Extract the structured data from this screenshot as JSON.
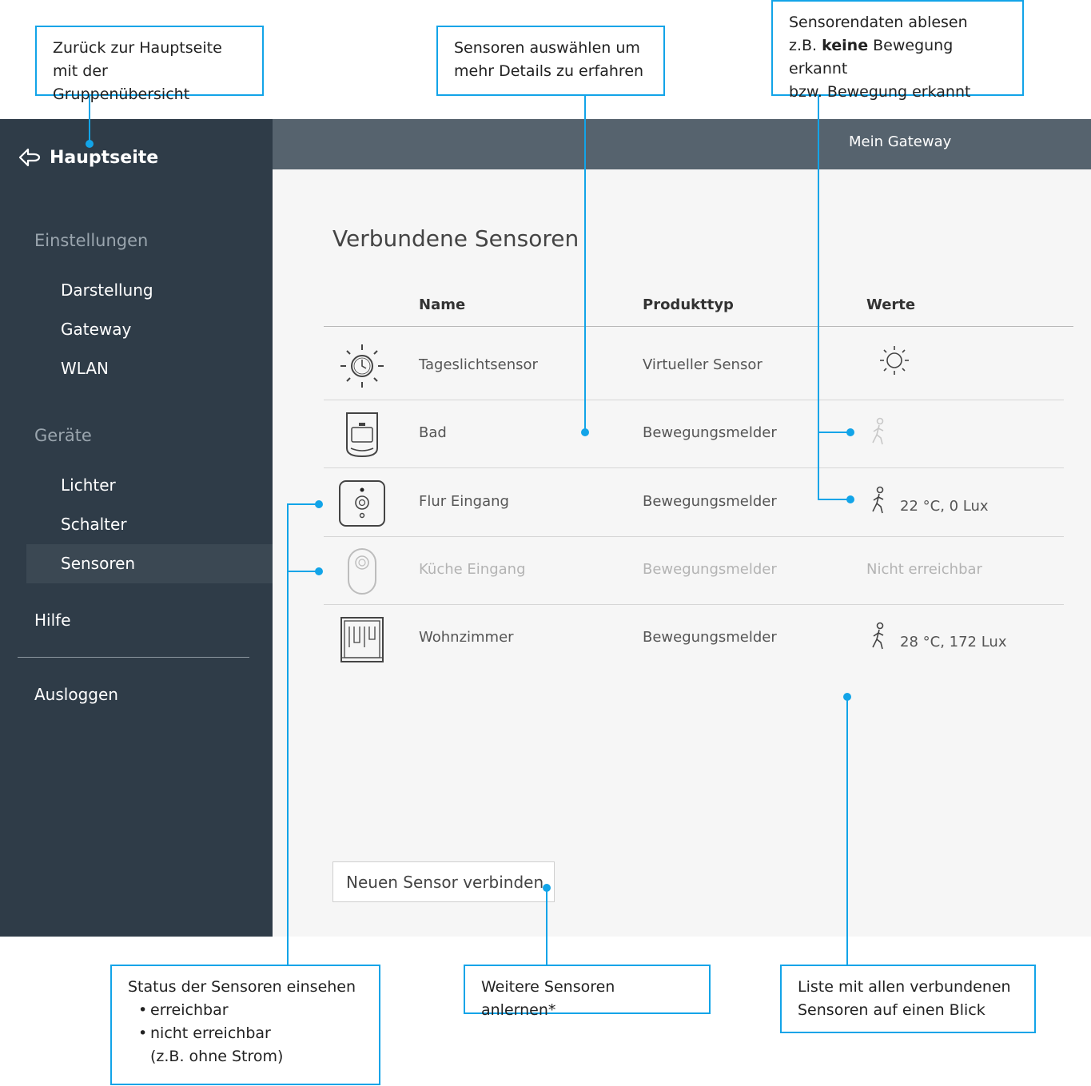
{
  "sidebar": {
    "home_label": "Hauptseite",
    "sections": [
      {
        "label": "Einstellungen",
        "items": [
          "Darstellung",
          "Gateway",
          "WLAN"
        ]
      },
      {
        "label": "Geräte",
        "items": [
          "Lichter",
          "Schalter",
          "Sensoren"
        ]
      }
    ],
    "active_item": "Sensoren",
    "help_label": "Hilfe",
    "logout_label": "Ausloggen"
  },
  "header": {
    "title": "Mein Gateway"
  },
  "main": {
    "title": "Verbundene Sensoren",
    "columns": [
      "Name",
      "Produkttyp",
      "Werte"
    ],
    "rows": [
      {
        "icon": "daylight-sensor-icon",
        "name": "Tageslichtsensor",
        "type": "Virtueller Sensor",
        "value_icon": "sun-icon",
        "value": "",
        "reachable": true
      },
      {
        "icon": "motion-detector-icon",
        "name": "Bad",
        "type": "Bewegungsmelder",
        "value_icon": "walking-person-icon-inactive",
        "value": "",
        "reachable": true
      },
      {
        "icon": "motion-detector-square-icon",
        "name": "Flur Eingang",
        "type": "Bewegungsmelder",
        "value_icon": "walking-person-icon",
        "value": "22 °C, 0 Lux",
        "reachable": true
      },
      {
        "icon": "motion-detector-round-icon",
        "name": "Küche Eingang",
        "type": "Bewegungsmelder",
        "value_icon": "",
        "value": "Nicht erreichbar",
        "reachable": false
      },
      {
        "icon": "motion-detector-wide-icon",
        "name": "Wohnzimmer",
        "type": "Bewegungsmelder",
        "value_icon": "walking-person-icon",
        "value": "28 °C, 172 Lux",
        "reachable": true
      }
    ],
    "add_button": "Neuen Sensor verbinden"
  },
  "callouts": {
    "back": [
      "Zurück zur Hauptseite",
      "mit der Gruppenübersicht"
    ],
    "select": [
      "Sensoren auswählen um",
      "mehr Details zu erfahren"
    ],
    "read": {
      "line1": "Sensorendaten ablesen",
      "line2_prefix": "z.B. ",
      "line2_bold": "keine",
      "line2_suffix": " Bewegung erkannt",
      "line3": "bzw. Bewegung erkannt"
    },
    "status": {
      "title": "Status der Sensoren einsehen",
      "bullets": [
        "erreichbar",
        "nicht erreichbar"
      ],
      "note": "(z.B. ohne Strom)"
    },
    "add": "Weitere Sensoren anlernen*",
    "list": [
      "Liste mit allen verbundenen",
      "Sensoren auf einen Blick"
    ]
  },
  "colors": {
    "accent": "#12a4e8",
    "sidebar": "#2f3c48",
    "topbar": "#56636e",
    "content_bg": "#f6f6f6"
  }
}
